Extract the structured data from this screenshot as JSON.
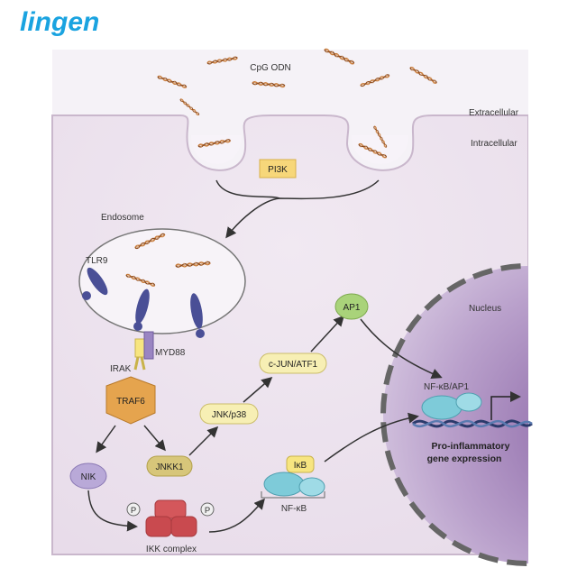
{
  "brand": {
    "logo_text": "lingen",
    "color": "#1aa3e0"
  },
  "labels": {
    "cpg_odn": "CpG ODN",
    "extracellular": "Extracellular",
    "intracellular": "Intracellular",
    "pi3k": "PI3K",
    "endosome": "Endosome",
    "tlr9": "TLR9",
    "myd88": "MYD88",
    "irak": "IRAK",
    "traf6": "TRAF6",
    "nik": "NIK",
    "jnkk1": "JNKK1",
    "jnk_p38": "JNK/p38",
    "c_jun_atf1": "c-JUN/ATF1",
    "ap1": "AP1",
    "ikb": "IκB",
    "nf_kb": "NF-κB",
    "ikk_complex": "IKK complex",
    "p_left": "P",
    "p_right": "P",
    "nucleus": "Nucleus",
    "nf_kb_ap1": "NF-κB/AP1",
    "pro_inflammatory_1": "Pro-inflammatory",
    "pro_inflammatory_2": "gene expression"
  },
  "colors": {
    "cytoplasm": "#ece3ee",
    "extracellular": "#f4f1f6",
    "nucleus": "#c9b4d6",
    "receptor": "#4a4f96",
    "traf6": "#e5a44e",
    "pill": "#f7efb4",
    "ap1": "#a9d37a",
    "ikk": "#d4575b",
    "nfkb": "#7ecbd9",
    "pi3k": "#f7d77a"
  }
}
